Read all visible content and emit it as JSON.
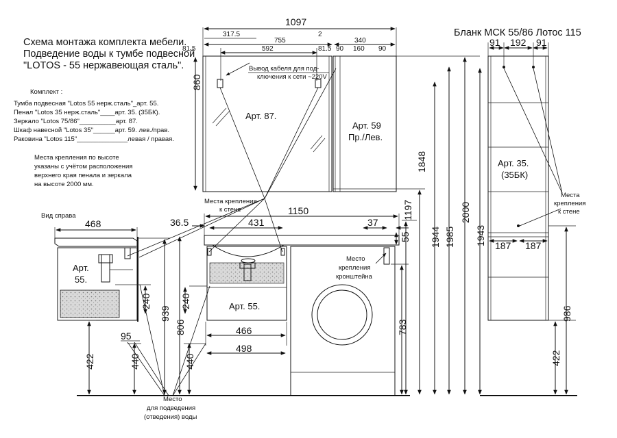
{
  "title_lines": [
    "Схема монтажа комплекта мебели.",
    "Подведение воды к тумбе подвесной",
    "\"LOTOS - 55 нержавеющая сталь\"."
  ],
  "form_title": "Бланк МСК 55/86 Лотос 115",
  "kit": {
    "heading": "Комплект :",
    "items": [
      "Тумба подвесная \"Lotos 55 нерж.сталь\"_арт. 55.",
      "Пенал \"Lotos 35 нерж.сталь\"____арт. 35. (35БК).",
      "Зеркало \"Lotos 75/86\"__________арт. 87.",
      "Шкаф навесной \"Lotos 35\"______арт. 59. лев./прав.",
      "Раковина \"Lotos 115\"______________левая / правая."
    ]
  },
  "mount_note": [
    "Места крепления по высоте",
    "указаны с учётом расположения",
    "верхнего края пенала и зеркала",
    "на высоте 2000 мм."
  ],
  "side_view_label": "Вид  справа",
  "articles": {
    "mirror": "Арт. 87.",
    "cabinet_line1": "Арт. 59",
    "cabinet_line2": "Пр./Лев.",
    "penal_line1": "Арт. 35.",
    "penal_line2": "(35БК)",
    "vanity_side_line1": "Арт.",
    "vanity_side_line2": "55.",
    "vanity_front": "Арт. 55."
  },
  "callouts": {
    "cable": [
      "Вывод кабеля для под-",
      "ключения к сети ~220V"
    ],
    "wall_mount": [
      "Места крепления",
      "к стене"
    ],
    "bracket": [
      "Место",
      "крепления",
      "кронштейна"
    ],
    "penal_mount": [
      "Места",
      "крепления",
      "к стене"
    ],
    "water": [
      "Место",
      "для подведения",
      "(отведения) воды"
    ]
  },
  "dims": {
    "total_width": "1097",
    "d317": "317.5",
    "d755": "755",
    "d2": "2",
    "d340": "340",
    "d592": "592",
    "d81_left": "81.5",
    "d81_mid": "81.5",
    "d90a": "90",
    "d160": "160",
    "d90b": "90",
    "d860": "860",
    "d1848": "1848",
    "d1197": "1197",
    "d1944": "1944",
    "d1985": "1985",
    "d2000": "2000",
    "d1943": "1943",
    "p91a": "91",
    "p192": "192",
    "p91b": "91",
    "p187a": "187",
    "p187b": "187",
    "p986": "986",
    "p422": "422",
    "s468": "468",
    "s240": "240",
    "s939": "939",
    "s95": "95",
    "s422": "422",
    "s440": "440",
    "f1150": "1150",
    "f36": "36.5",
    "f431": "431",
    "f37": "37",
    "f55": "55",
    "f240": "240",
    "f806": "806",
    "f440": "440",
    "f466": "466",
    "f498": "498",
    "f783": "783"
  },
  "colors": {
    "line": "#111111",
    "background": "#ffffff",
    "granite": "#b8b8b8"
  }
}
